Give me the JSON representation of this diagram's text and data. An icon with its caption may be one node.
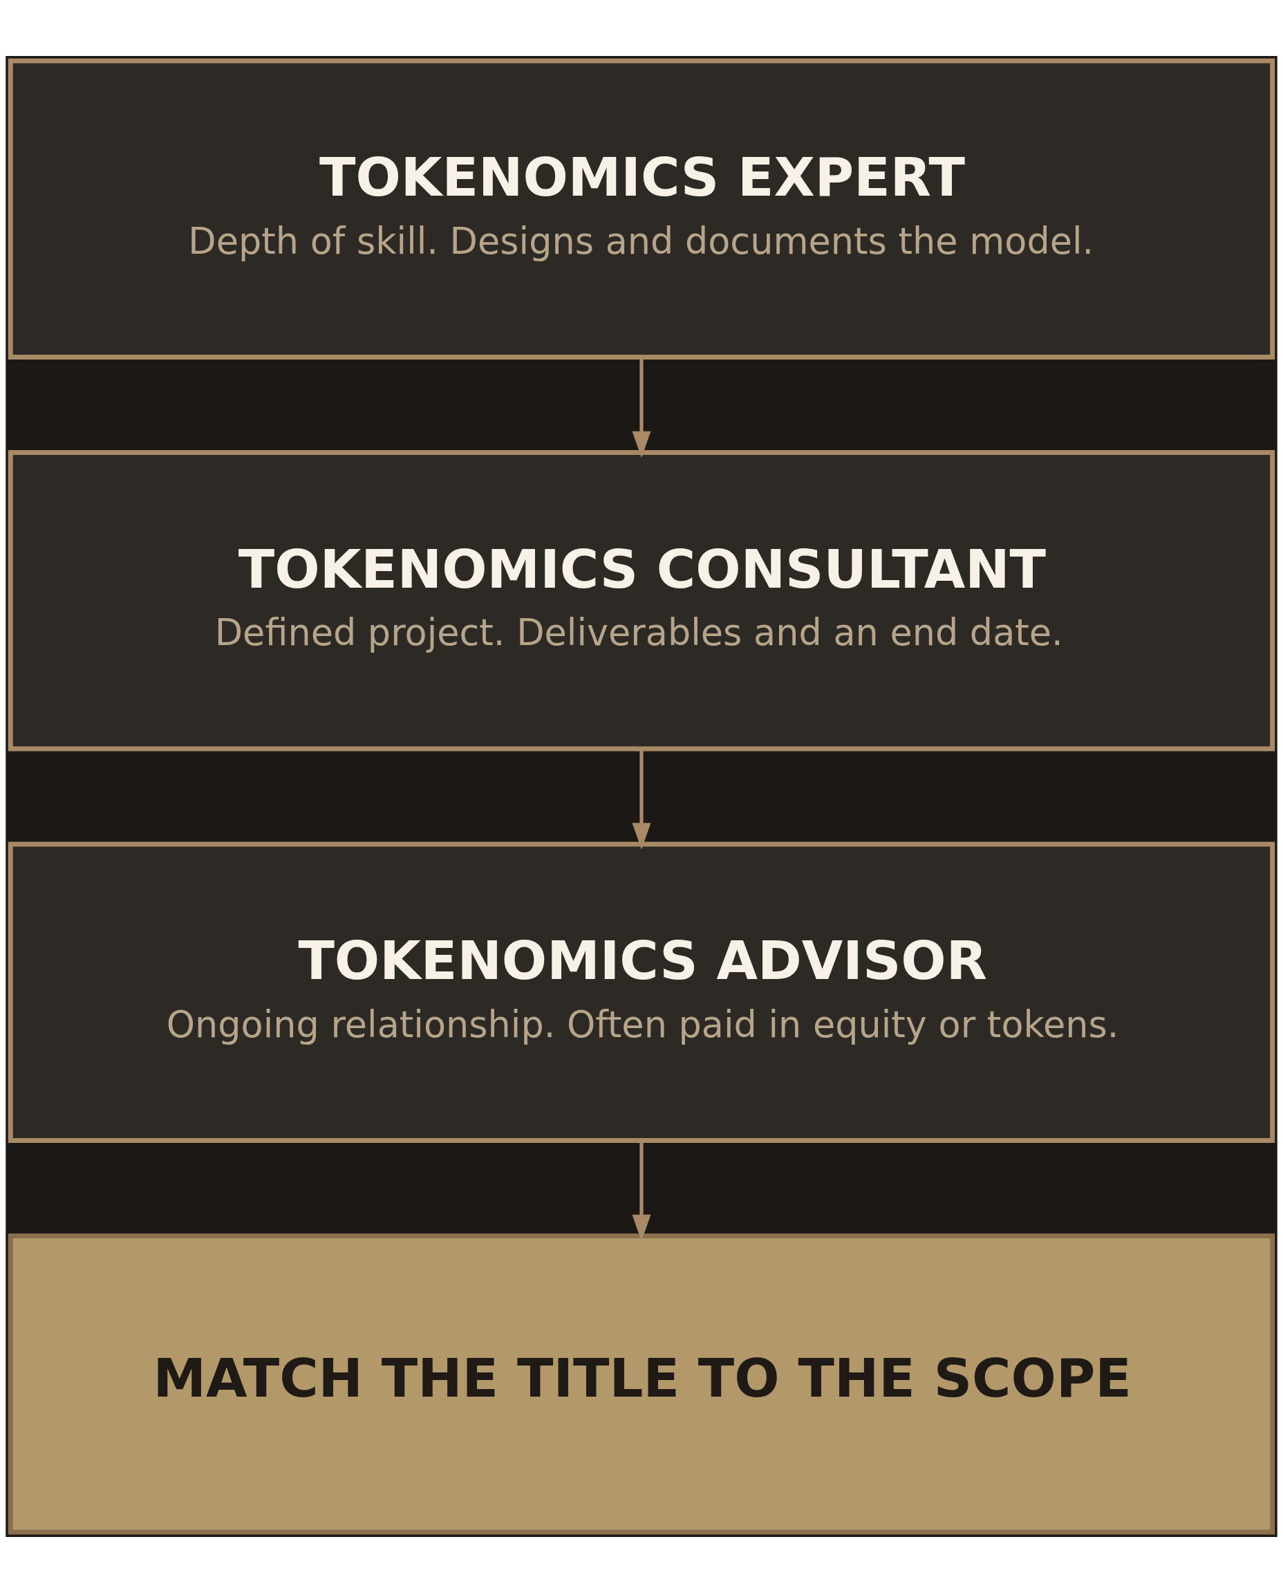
{
  "diagram": {
    "nodes": [
      {
        "text": [
          "TOKENOMICS EXPERT",
          "Depth of skill. Designs and documents the model."
        ]
      },
      {
        "text": [
          "TOKENOMICS CONSULTANT",
          "Defined project. Deliverables and an end date."
        ]
      },
      {
        "text": [
          "TOKENOMICS ADVISOR",
          "Ongoing relationship. Often paid in equity or tokens."
        ]
      },
      {
        "text": [
          "MATCH THE TITLE TO THE SCOPE"
        ]
      }
    ],
    "edges": [
      {
        "from": 0,
        "to": 1,
        "arrow": "to"
      },
      {
        "from": 1,
        "to": 2,
        "arrow": "to"
      },
      {
        "from": 2,
        "to": 3,
        "arrow": "to"
      }
    ]
  }
}
